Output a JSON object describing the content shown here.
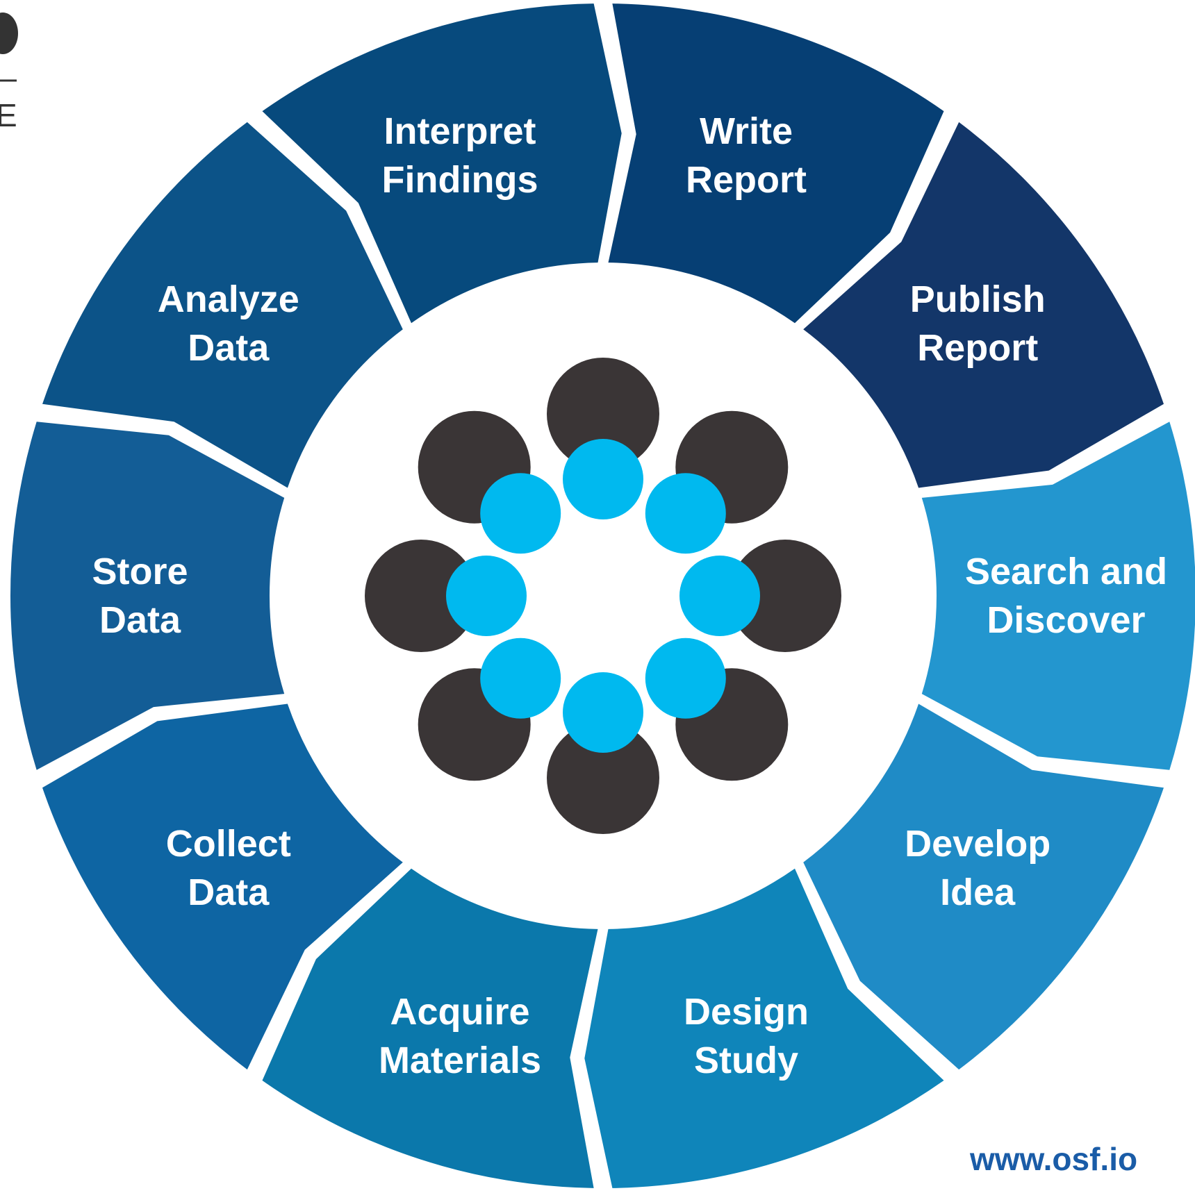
{
  "diagram": {
    "segments": [
      {
        "lines": [
          "Search and",
          "Discover"
        ],
        "color": "#2396cf"
      },
      {
        "lines": [
          "Develop",
          "Idea"
        ],
        "color": "#1f8bc6"
      },
      {
        "lines": [
          "Design",
          "Study"
        ],
        "color": "#0f85ba"
      },
      {
        "lines": [
          "Acquire",
          "Materials"
        ],
        "color": "#0b78ab"
      },
      {
        "lines": [
          "Collect",
          "Data"
        ],
        "color": "#0e65a3"
      },
      {
        "lines": [
          "Store",
          "Data"
        ],
        "color": "#135d96"
      },
      {
        "lines": [
          "Analyze",
          "Data"
        ],
        "color": "#0c5388"
      },
      {
        "lines": [
          "Interpret",
          "Findings"
        ],
        "color": "#074a7d"
      },
      {
        "lines": [
          "Write",
          "Report"
        ],
        "color": "#063f74"
      },
      {
        "lines": [
          "Publish",
          "Report"
        ],
        "color": "#133669"
      }
    ],
    "center_logo": {
      "outer_color": "#3a3536",
      "inner_color": "#00b9ef"
    }
  },
  "footer": {
    "url": "www.osf.io",
    "color": "#1a5ca7"
  },
  "corner_logo": {
    "letter": "E",
    "color": "#333333"
  }
}
